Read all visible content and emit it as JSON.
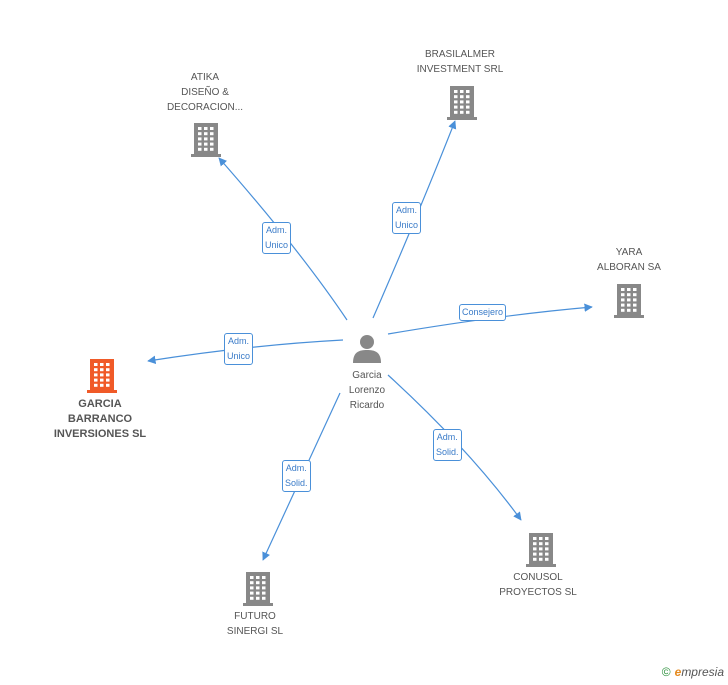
{
  "person": {
    "name": "Garcia\nLorenzo\nRicardo",
    "icon": "person-icon",
    "color": "#888888"
  },
  "companies": [
    {
      "key": "atika",
      "label": "ATIKA\nDISEÑO &\nDECORACION...",
      "icon": "building-icon",
      "color": "#888888"
    },
    {
      "key": "brasilalmer",
      "label": "BRASILALMER\nINVESTMENT SRL",
      "icon": "building-icon",
      "color": "#888888"
    },
    {
      "key": "yara",
      "label": "YARA\nALBORAN SA",
      "icon": "building-icon",
      "color": "#888888"
    },
    {
      "key": "garcia-barranco",
      "label": "GARCIA\nBARRANCO\nINVERSIONES SL",
      "icon": "building-icon",
      "color": "#f05a28",
      "highlight": true
    },
    {
      "key": "conusol",
      "label": "CONUSOL\nPROYECTOS SL",
      "icon": "building-icon",
      "color": "#888888"
    },
    {
      "key": "futuro",
      "label": "FUTURO\nSINERGI SL",
      "icon": "building-icon",
      "color": "#888888"
    }
  ],
  "relations": [
    {
      "to": "atika",
      "label": "Adm.\nUnico"
    },
    {
      "to": "brasilalmer",
      "label": "Adm.\nUnico"
    },
    {
      "to": "yara",
      "label": "Consejero"
    },
    {
      "to": "garcia-barranco",
      "label": "Adm.\nUnico"
    },
    {
      "to": "conusol",
      "label": "Adm.\nSolid."
    },
    {
      "to": "futuro",
      "label": "Adm.\nSolid."
    }
  ],
  "footer": {
    "copyright": "©",
    "brand_initial": "e",
    "brand_rest": "mpresia"
  },
  "colors": {
    "link": "#4a90d9",
    "building": "#888888",
    "highlight": "#f05a28"
  }
}
